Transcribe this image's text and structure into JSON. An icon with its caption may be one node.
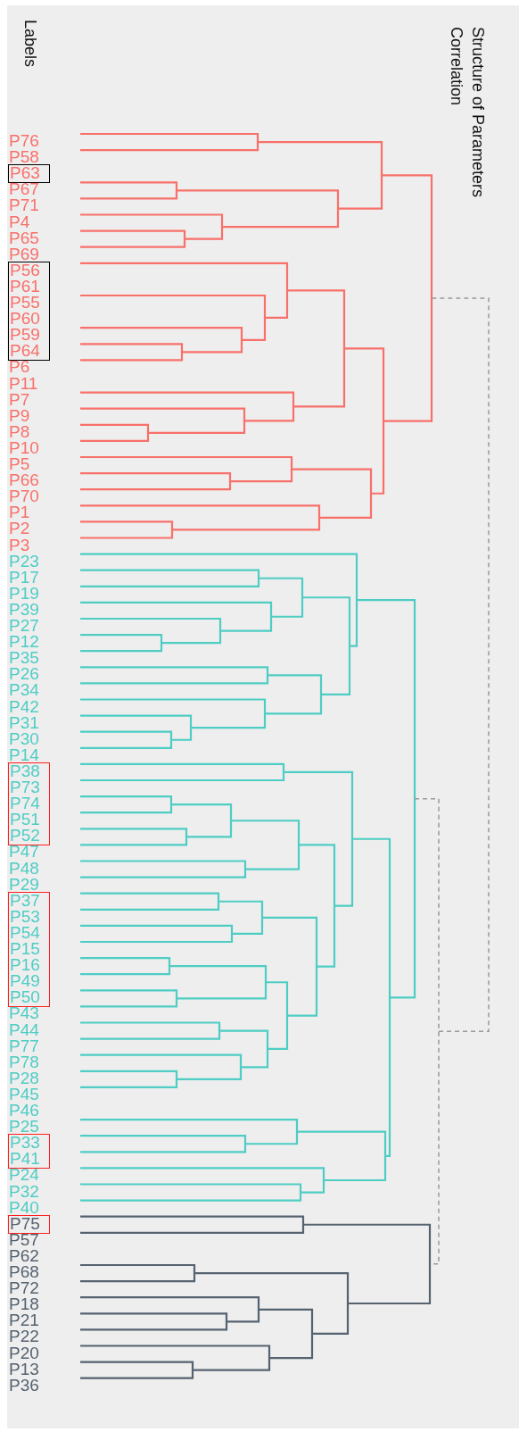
{
  "diagram": {
    "title": "Structure of Parameters Correlation",
    "nodes": [
      {
        "text": [
          "P63"
        ]
      },
      {
        "text": [
          "P56",
          "P61",
          "P55",
          "P60",
          "P59",
          "P64"
        ]
      },
      {
        "text": [
          "P38",
          "P73",
          "P74",
          "P51",
          "P52"
        ]
      },
      {
        "text": [
          "P37",
          "P53",
          "P54",
          "P15",
          "P16",
          "P49",
          "P50"
        ]
      },
      {
        "text": [
          "P33",
          "P41"
        ]
      },
      {
        "text": [
          "P75"
        ]
      }
    ],
    "labels": [
      "Labels",
      "P76",
      "P58",
      "P67",
      "P71",
      "P4",
      "P65",
      "P69",
      "P6",
      "P11",
      "P7",
      "P9",
      "P8",
      "P10",
      "P5",
      "P66",
      "P70",
      "P1",
      "P2",
      "P3",
      "P23",
      "P17",
      "P19",
      "P39",
      "P27",
      "P12",
      "P35",
      "P26",
      "P34",
      "P42",
      "P31",
      "P30",
      "P14",
      "P47",
      "P48",
      "P29",
      "P43",
      "P44",
      "P77",
      "P78",
      "P28",
      "P45",
      "P46",
      "P25",
      "P24",
      "P32",
      "P40",
      "P57",
      "P62",
      "P68",
      "P72",
      "P18",
      "P21",
      "P22",
      "P20",
      "P13",
      "P36"
    ]
  }
}
